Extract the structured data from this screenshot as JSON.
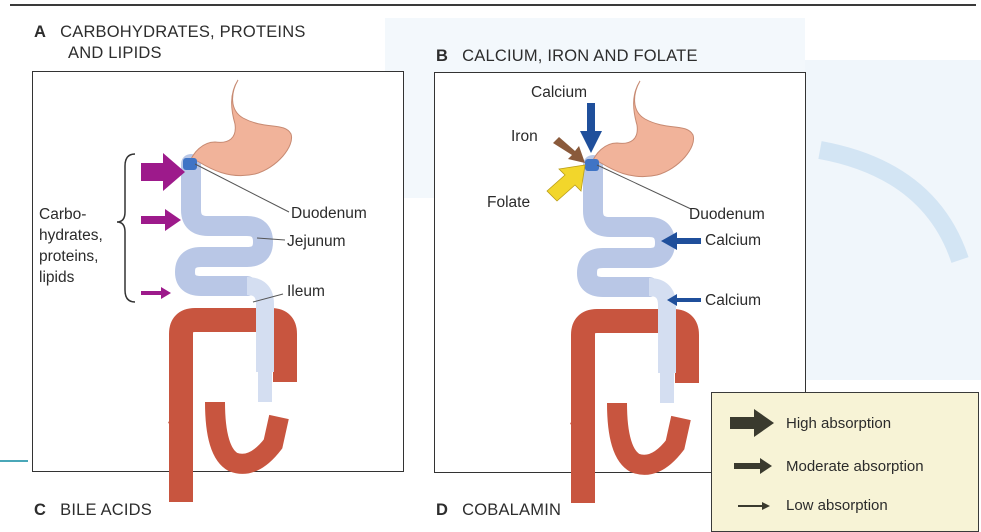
{
  "figure": {
    "colors": {
      "stomach": "#f1b39a",
      "intestine": "#b9c7e6",
      "intestine_light": "#d4def1",
      "colon": "#c8553f",
      "duodenum_patch": "#3f74c5",
      "high_arrow": "#9d1a8b",
      "calcium_arrow": "#1f4f9b",
      "iron_arrow": "#8a5a3b",
      "folate_arrow": "#f2d62b",
      "legend_bg": "#f7f3d6"
    }
  },
  "panel_a": {
    "letter": "A",
    "title_line1": "CARBOHYDRATES, PROTEINS",
    "title_line2": "AND LIPIDS",
    "nutrient_label_lines": [
      "Carbo-",
      "hydrates,",
      "proteins,",
      "lipids"
    ],
    "segments": {
      "duodenum": "Duodenum",
      "jejunum": "Jejunum",
      "ileum": "Ileum"
    }
  },
  "panel_b": {
    "letter": "B",
    "title": "CALCIUM, IRON AND FOLATE",
    "labels": {
      "calcium_top": "Calcium",
      "iron": "Iron",
      "folate": "Folate",
      "duodenum": "Duodenum",
      "calcium_mid": "Calcium",
      "calcium_low": "Calcium"
    }
  },
  "panel_c": {
    "letter": "C",
    "title": "BILE ACIDS"
  },
  "panel_d": {
    "letter": "D",
    "title": "COBALAMIN"
  },
  "legend": {
    "items": [
      {
        "label": "High absorption"
      },
      {
        "label": "Moderate absorption"
      },
      {
        "label": "Low absorption"
      }
    ]
  }
}
